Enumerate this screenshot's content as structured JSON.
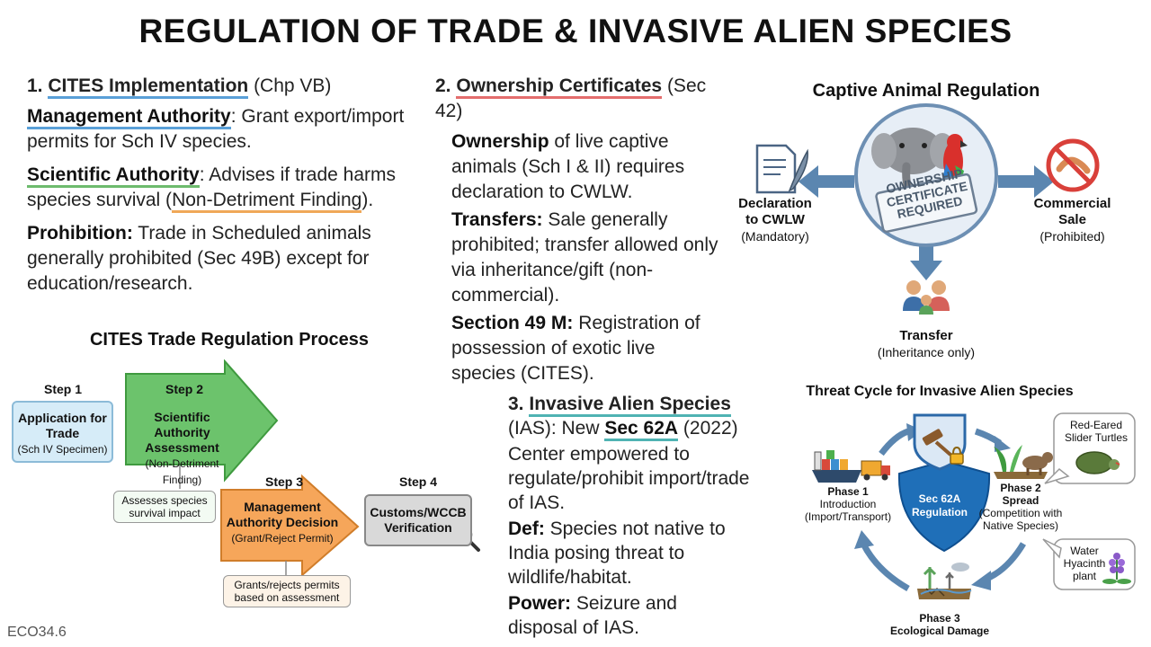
{
  "title": "REGULATION OF TRADE & INVASIVE ALIEN SPECIES",
  "footer": "ECO34.6",
  "sec1": {
    "num": "1.",
    "heading": "CITES Implementation",
    "ref": "(Chp VB)",
    "ma_label": "Management Authority",
    "ma_text": ": Grant export/import permits for Sch IV species.",
    "sa_label": "Scientific Authority",
    "sa_text_1": ": Advises if trade harms species survival (",
    "sa_ndf": "Non-Detriment Finding",
    "sa_text_2": ").",
    "pro_label": "Prohibition:",
    "pro_text": " Trade in Scheduled animals generally prohibited (Sec 49B) except for education/research."
  },
  "sec2": {
    "num": "2.",
    "heading": "Ownership Certificates",
    "ref": "(Sec 42)",
    "own_label": "Ownership",
    "own_text": " of live captive animals (Sch I & II) requires declaration to CWLW.",
    "tr_label": "Transfers:",
    "tr_text": " Sale generally prohibited; transfer allowed only via inheritance/gift (non-commercial).",
    "s49_label": "Section 49 M:",
    "s49_text": " Registration of possession of exotic live species (CITES)."
  },
  "sec3": {
    "num": "3.",
    "heading": "Invasive Alien Species",
    "ias": "(IAS): New ",
    "sec62a": "Sec 62A",
    "year": " (2022)",
    "center": "Center empowered to regulate/prohibit import/trade of IAS.",
    "def_label": "Def:",
    "def_text": " Species not native to India posing threat to wildlife/habitat.",
    "pow_label": "Power:",
    "pow_text": " Seizure and disposal of IAS."
  },
  "cites_process": {
    "title": "CITES Trade Regulation Process",
    "step1": {
      "label": "Step 1",
      "title": "Application for Trade",
      "sub": "(Sch IV Specimen)"
    },
    "step2": {
      "label": "Step 2",
      "title": "Scientific Authority Assessment",
      "sub": "(Non-Detriment Finding)",
      "note": "Assesses species survival impact"
    },
    "step3": {
      "label": "Step 3",
      "title": "Management Authority Decision",
      "sub": "(Grant/Reject Permit)",
      "note": "Grants/rejects permits based on assessment"
    },
    "step4": {
      "label": "Step 4",
      "title": "Customs/WCCB Verification"
    }
  },
  "captive": {
    "title": "Captive Animal Regulation",
    "stamp": "OWNERSHIP CERTIFICATE REQUIRED",
    "decl_title": "Declaration to CWLW",
    "decl_sub": "(Mandatory)",
    "sale_title": "Commercial Sale",
    "sale_sub": "(Prohibited)",
    "transfer_title": "Transfer",
    "transfer_sub": "(Inheritance only)"
  },
  "threat": {
    "title": "Threat Cycle for Invasive Alien Species",
    "center": "Sec 62A Regulation",
    "phase1_title": "Phase 1",
    "phase1_name": "Introduction",
    "phase1_sub": "(Import/Transport)",
    "phase2_title": "Phase 2",
    "phase2_name": "Spread",
    "phase2_sub": "(Competition with Native Species)",
    "phase3_title": "Phase 3",
    "phase3_name": "Ecological Damage",
    "bubble1": "Red-Eared Slider Turtles",
    "bubble2": "Water Hyacinth plant"
  },
  "colors": {
    "step1": "#d6ecf8",
    "step2": "#6cc36c",
    "step3": "#f6a65a",
    "step4": "#d9d9d9",
    "arrow_blue": "#5b86b0",
    "shield": "#1f6fb8"
  },
  "icons": [
    "document-quill-icon",
    "elephant-parrot-icon",
    "no-handshake-icon",
    "family-icon",
    "cargo-ship-icon",
    "truck-icon",
    "gavel-shield-icon",
    "lock-icon",
    "plants-animal-icon",
    "turtle-icon",
    "hyacinth-icon",
    "damaged-land-icon",
    "magnifier-icon"
  ]
}
